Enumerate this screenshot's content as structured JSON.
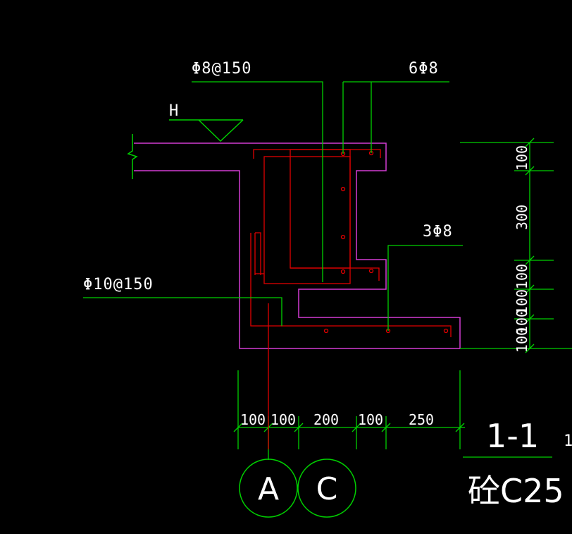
{
  "labels": {
    "top_stirrup": "Φ8@150",
    "top_bars": "6Φ8",
    "level_mark": "H",
    "middle_bars": "3Φ8",
    "bottom_stirrup": "Φ10@150"
  },
  "vertical_dims": [
    "100",
    "300",
    "100",
    "100",
    "100",
    "100"
  ],
  "horizontal_dims": [
    "100",
    "100",
    "200",
    "100",
    "250"
  ],
  "axis_bubbles": [
    "A",
    "C"
  ],
  "section": {
    "title": "1-1",
    "edge_fragment": "1",
    "material": "砼C25"
  },
  "colors": {
    "background": "#000000",
    "concrete_outline": "#d23cd2",
    "rebar": "#e00000",
    "leader_dim": "#00d000",
    "text": "#ffffff"
  }
}
